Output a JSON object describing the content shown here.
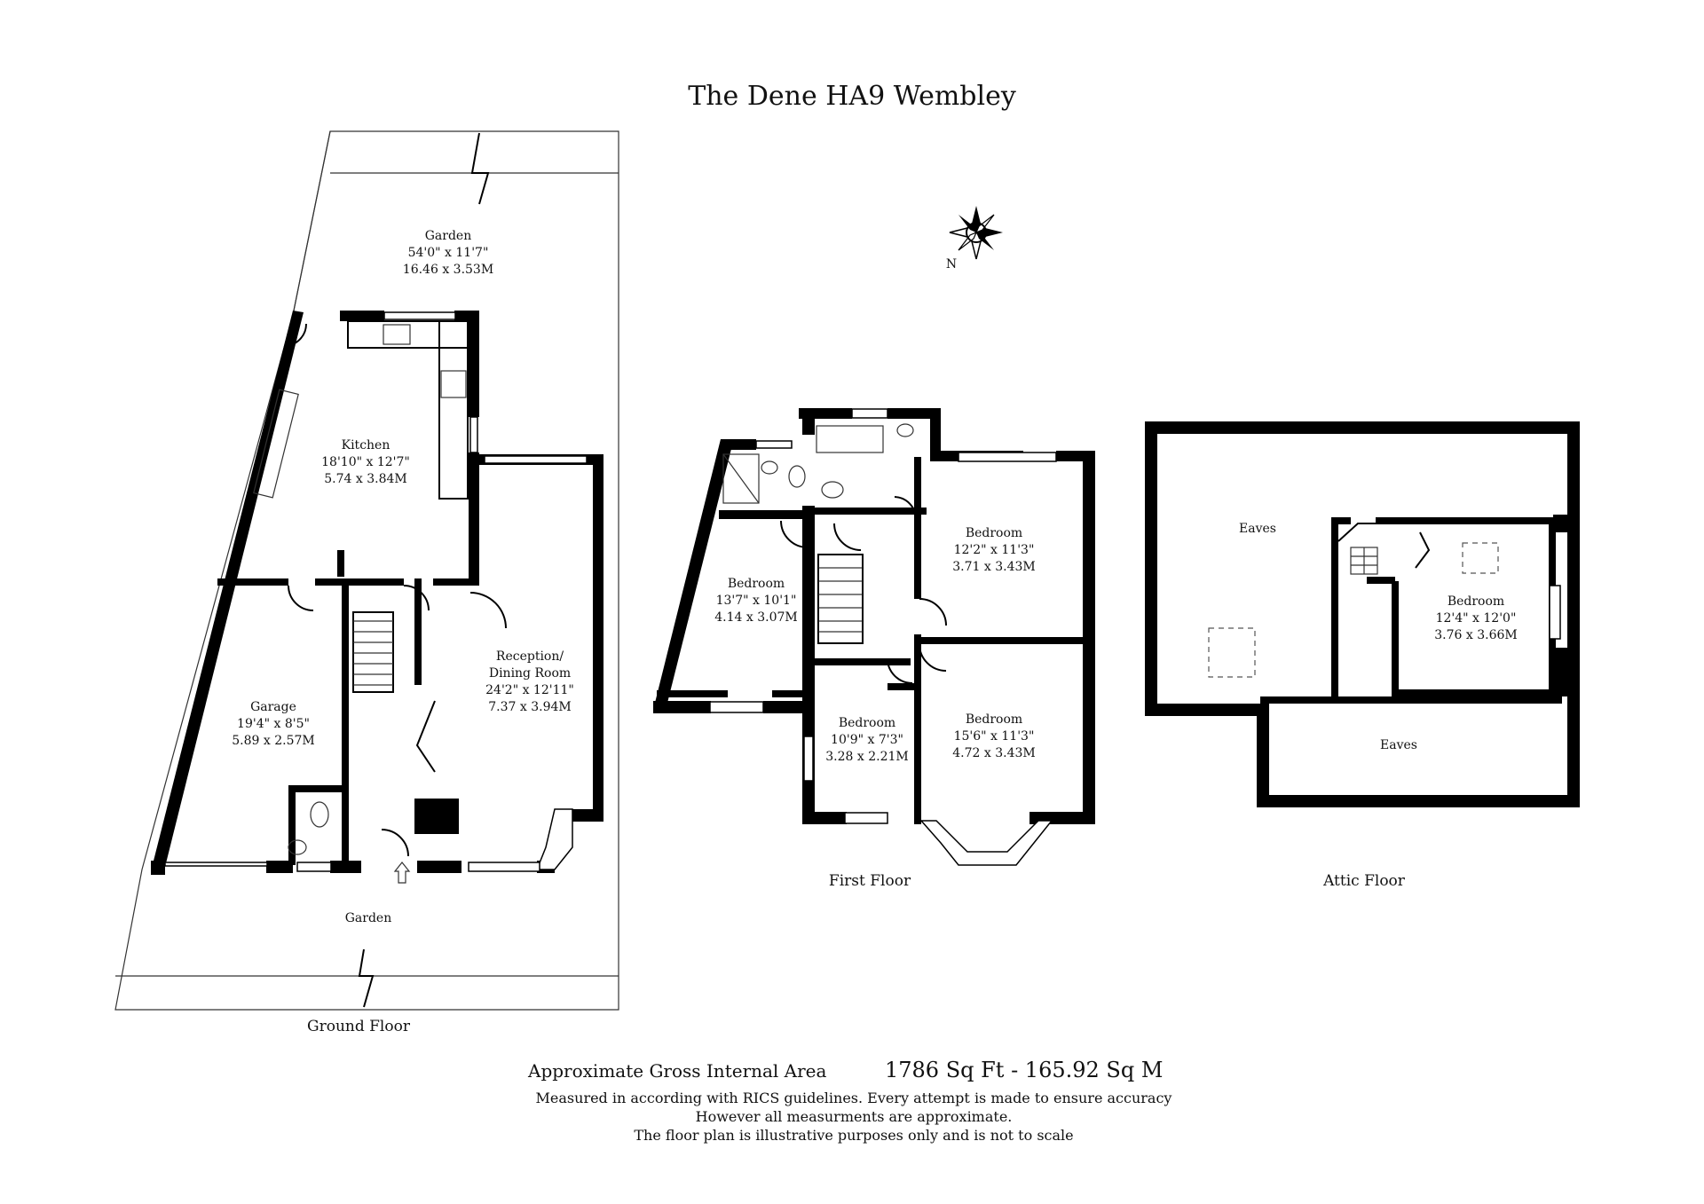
{
  "title": "The Dene HA9 Wembley",
  "compass": {
    "label": "N"
  },
  "floors": {
    "ground": "Ground Floor",
    "first": "First Floor",
    "attic": "Attic Floor"
  },
  "rooms": {
    "garden_rear": {
      "name": "Garden",
      "imperial": "54'0\" x 11'7\"",
      "metric": "16.46 x 3.53M"
    },
    "kitchen": {
      "name": "Kitchen",
      "imperial": "18'10\" x 12'7\"",
      "metric": "5.74 x 3.84M"
    },
    "reception": {
      "name1": "Reception/",
      "name2": "Dining Room",
      "imperial": "24'2\" x 12'11\"",
      "metric": "7.37 x 3.94M"
    },
    "garage": {
      "name": "Garage",
      "imperial": "19'4\" x 8'5\"",
      "metric": "5.89 x 2.57M"
    },
    "garden_front": {
      "name": "Garden"
    },
    "bed_left": {
      "name": "Bedroom",
      "imperial": "13'7\" x 10'1\"",
      "metric": "4.14 x 3.07M"
    },
    "bed_rear_right": {
      "name": "Bedroom",
      "imperial": "12'2\" x 11'3\"",
      "metric": "3.71 x 3.43M"
    },
    "bed_small": {
      "name": "Bedroom",
      "imperial": "10'9\" x 7'3\"",
      "metric": "3.28 x 2.21M"
    },
    "bed_front_right": {
      "name": "Bedroom",
      "imperial": "15'6\" x 11'3\"",
      "metric": "4.72 x 3.43M"
    },
    "attic_eaves_top": {
      "name": "Eaves"
    },
    "attic_bedroom": {
      "name": "Bedroom",
      "imperial": "12'4\" x 12'0\"",
      "metric": "3.76 x 3.66M"
    },
    "attic_eaves_bottom": {
      "name": "Eaves"
    }
  },
  "area": {
    "label": "Approximate Gross Internal Area",
    "value": "1786 Sq Ft - 165.92 Sq M"
  },
  "disclaimer": {
    "line1": "Measured in according with RICS guidelines. Every attempt is made to ensure accuracy",
    "line2": "However all measurments are approximate.",
    "line3": "The floor plan is illustrative purposes only and is not to scale"
  }
}
